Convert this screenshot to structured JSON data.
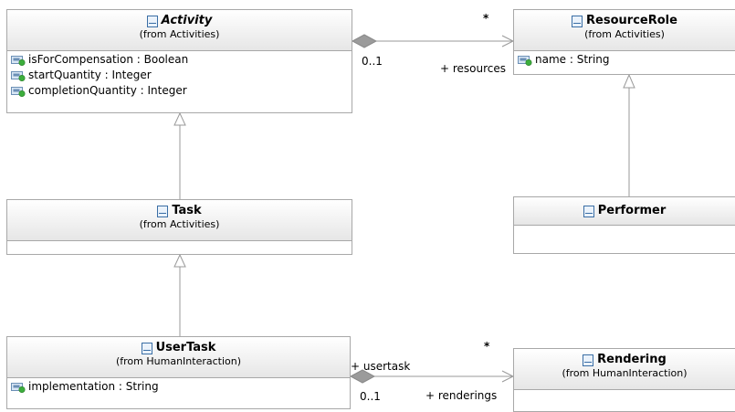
{
  "classes": {
    "activity": {
      "name": "Activity",
      "from": "(from Activities)",
      "attributes": [
        "isForCompensation : Boolean",
        "startQuantity : Integer",
        "completionQuantity : Integer"
      ]
    },
    "resource_role": {
      "name": "ResourceRole",
      "from": "(from Activities)",
      "attributes": [
        "name : String"
      ]
    },
    "task": {
      "name": "Task",
      "from": "(from Activities)"
    },
    "performer": {
      "name": "Performer"
    },
    "user_task": {
      "name": "UserTask",
      "from": "(from HumanInteraction)",
      "attributes": [
        "implementation : String"
      ]
    },
    "rendering": {
      "name": "Rendering",
      "from": "(from HumanInteraction)"
    }
  },
  "associations": {
    "activity_resources": {
      "source_mult": "0..1",
      "target_mult": "*",
      "target_role": "+ resources"
    },
    "usertask_renderings": {
      "source_role": "+ usertask",
      "source_mult": "0..1",
      "target_mult": "*",
      "target_role": "+ renderings"
    }
  },
  "colors": {
    "border": "#a8a8a8",
    "line": "#999999",
    "diamond": "#9b9b9b",
    "class_icon": "#3a6ea5",
    "attr_icon_body": "#6b8fb5",
    "attr_icon_dot": "#3cae3c"
  },
  "icons": {
    "class": "class-icon",
    "attribute": "attribute-icon"
  }
}
